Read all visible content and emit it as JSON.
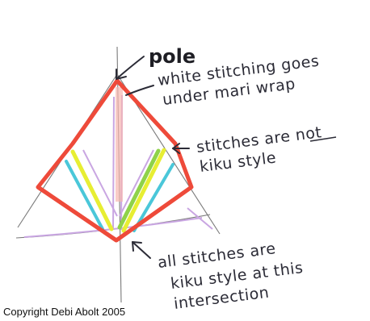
{
  "labels": {
    "pole": "pole",
    "white_stitching": [
      "white stitching goes",
      "under mari wrap"
    ],
    "not_kiku": [
      "stitches are not",
      "kiku style"
    ],
    "not_kiku_underlined_word": "not",
    "kiku_intersection": [
      "all stitches are",
      "kiku style at this",
      "intersection"
    ],
    "copyright": "Copyright Debi Abolt 2005"
  },
  "colors": {
    "outline_red": "#ee4a3a",
    "pink_shade": "#f6b7b0",
    "blue_stitch": "#4ac7d9",
    "yellow_stitch": "#e7ee33",
    "green_stitch": "#8fd24a",
    "purple_stitch": "#c9a6e2",
    "pencil_line": "#7a7a7a",
    "ink": "#2b2b36"
  }
}
